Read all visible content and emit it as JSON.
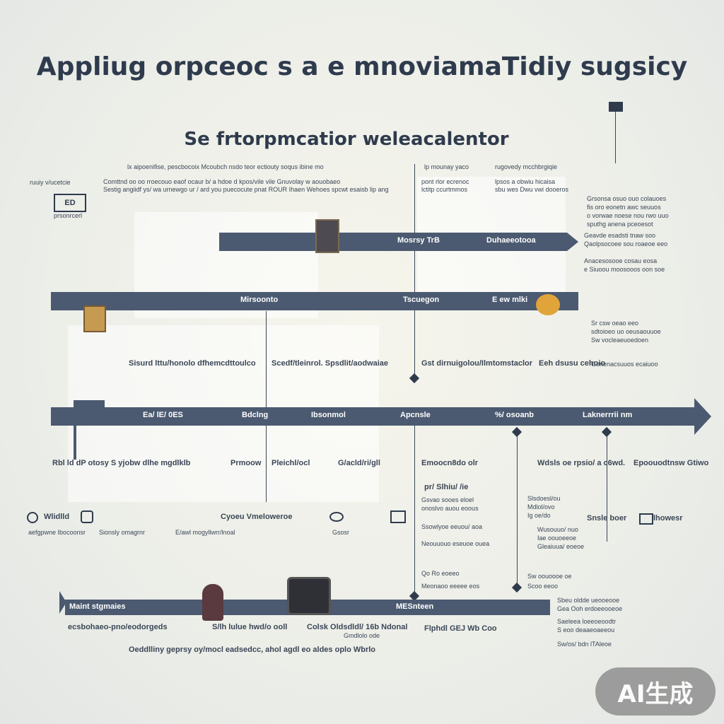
{
  "header": {
    "title": "Appliug orpceoc s a e mnoviamaTidiy sugsicy",
    "subtitle": "Se frtorpmcatior weleacalentor"
  },
  "bars": {
    "bar1": {
      "label1": "Mosrsy TrB",
      "label2": "Duhaeeotooa"
    },
    "bar2": {
      "label1": "Mirsoonto",
      "label2": "Tscuegon",
      "label3": "E ew mlki"
    },
    "bar3": {
      "label1": "Ea/ lE/ 0ES",
      "label2": "Bdclng",
      "label3": "Ibsonmol",
      "label4": "Apcnsle",
      "label5": "%/ osoanb",
      "label6": "Laknerrrii nm"
    },
    "bar4": {
      "label1": "Maint stgmaies",
      "label2": "MESnteen"
    }
  },
  "notes": {
    "top_left_1": "ruuiy v/ucetcie",
    "top_left_2": "prsonrcerl",
    "top_mid_1": "lx aipoenifise, pescbocoix Mcoubch nsdo teor ectiouty soqus ibine mo",
    "top_mid_2": "Comttnd oo oo rroecouo eaof ocaur b/ a hdoe d kpos/vile vile Gnuvolay w aouobaeo",
    "top_mid_3": "Sestig angiidf ys/ wa urnewgo ur / ard you puecocute pnat ROUR Ihaen Wehoes spcwt esaisb lip ang",
    "top_right_1": "lp mounay yaco",
    "top_right_2": "pont rlor ecrenoc",
    "top_right_3": "lctitp ccurtmmos",
    "top_right_4": "rugovedy mcchbrgiqie",
    "top_right_5": "lpsos a obwiu hicaisa",
    "top_right_6": "sbu wes Dwu vwi dooeros",
    "side_right_1": "Grsonsa osuo ouo colauoes",
    "side_right_2": "fis oro eonetn awc seuuos",
    "side_right_3": "o vorwae noese nou rwo uuo",
    "side_right_4": "sputhg anena pceoesot",
    "side_right_5": "Geavde esadsti tnaw soo",
    "side_right_6": "Qaolpsocoee sou roaeoe eeo",
    "side_right_7": "Anacesosooe cosau eosa",
    "side_right_8": "e Siuoou moosooos oon soe",
    "mid_row_1": "Sisurd lttu/honolo dfhemcdttoulco",
    "mid_row_2": "Scedf/tleinrol. Spsdlit/aodwaiae",
    "mid_row_3": "Gst dirnuigolou/Ilmtomstaclor",
    "mid_row_4": "Eeh dsusu cehoio",
    "right_mid_1": "Sr csw oeao eeo",
    "right_mid_2": "sdtoioeo uo oeusaouuoe",
    "right_mid_3": "Sw vocleaeuoedoen",
    "right_mid_4": "Gonenacsuuos ecaiuoo",
    "low_row_1": "Rbl ld dP otosy S yjobw dlhe mgdlklb",
    "low_row_2": "Prmoow",
    "low_row_3": "Pleichl/ocl",
    "low_row_4": "G/acld/ri/gll",
    "low_row_5": "Emoocn8do olr",
    "low_row_6": "Wdsls oe rpsio/ a c6wd.",
    "low_row_7": "Epoouodtnsw Gtiwo",
    "low_row_8": "Wlidlld",
    "low_row_9": "Cyoeu Vmeloweroe",
    "low_row_10": "aefgpwne Ibocoonsr",
    "low_row_11": "Sionsly omagrnr",
    "low_row_12": "E/awl mogyllwrr/lnoal",
    "low_row_13": "Gsosr",
    "low_row_14": "Snsle boer",
    "low_row_15": "lhowesr",
    "col_a_1": "pr/ Slhiu/ /ie",
    "col_a_2": "Gsvao sooes eloel",
    "col_a_3": "onoslvo auou eoous",
    "col_a_4": "Ssowlyoe eeuou/ aoa",
    "col_a_5": "Neouuouo eseuoe ouea",
    "col_a_6": "Qo Ro eoeeo",
    "col_a_7": "Meonaoo eeeee eos",
    "col_b_1": "Slsdoesl/ou",
    "col_b_2": "Mdlol/ovo",
    "col_b_3": "Ig oe/do",
    "col_b_4": "Wusouuo/ nuo",
    "col_b_5": "Iae oouoeeoe",
    "col_b_6": "Gleaiuua/ eoeoe",
    "col_b_7": "Sw oouoooe oe",
    "col_b_8": "Scoo eeoo",
    "bottom_1": "ecsbohaeo-pno/eodorgeds",
    "bottom_2": "S/lh lulue hwd/o ooll",
    "bottom_3": "Colsk Oldsdldl/ 16b Ndonal",
    "bottom_4": "Gmdlolo ode",
    "bottom_5": "Oeddlliny geprsy oy/mocl eadsedcc, ahol agdl eo aldes oplo Wbrlo",
    "bottom_6": "Flphdl GEJ Wb Coo",
    "bottom_7": "Sbeu oldde ueooeooe",
    "bottom_8": "Gea Ooh erdoeeooeoe",
    "bottom_9": "Saeleea loeeoeoodtr",
    "bottom_10": "S eoo deaaeoaeeou",
    "bottom_11": "Sw/os/ bdn lTAleoe"
  },
  "icons": {
    "top_icon": "ED",
    "left_icon": "W",
    "badge": "AI生成"
  }
}
